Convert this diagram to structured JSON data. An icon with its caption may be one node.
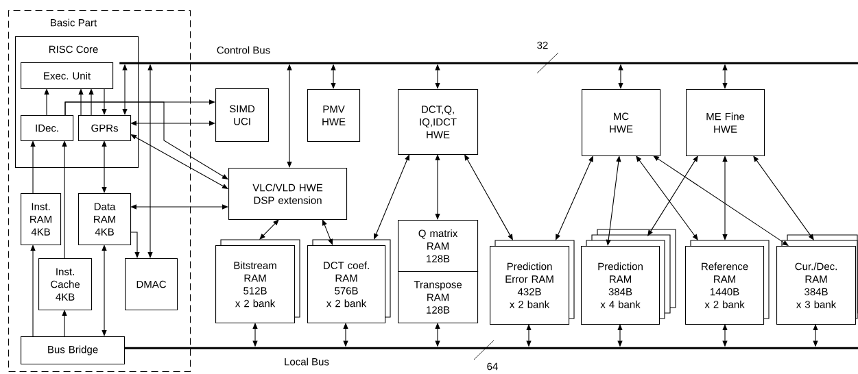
{
  "diagram": {
    "nodes": [
      {
        "text": [
          "Basic Part"
        ]
      },
      {
        "text": [
          "RISC Core"
        ],
        "in": 0
      },
      {
        "text": [
          "Exec. Unit"
        ],
        "in": 1
      },
      {
        "text": [
          "IDec."
        ],
        "in": 1
      },
      {
        "text": [
          "GPRs"
        ],
        "in": 1
      },
      {
        "text": [
          "Inst. RAM 4KB"
        ],
        "in": 0
      },
      {
        "text": [
          "Data RAM 4KB"
        ],
        "in": 0
      },
      {
        "text": [
          "Inst. Cache 4KB"
        ],
        "in": 0
      },
      {
        "text": [
          "DMAC"
        ],
        "in": 0
      },
      {
        "text": [
          "Bus Bridge"
        ],
        "in": 0
      },
      {
        "text": [
          "Control Bus"
        ],
        "beside": [
          "32"
        ]
      },
      {
        "text": [
          "SIMD UCI"
        ]
      },
      {
        "text": [
          "PMV HWE"
        ]
      },
      {
        "text": [
          "VLC/VLD HWE DSP extension"
        ]
      },
      {
        "text": [
          "DCT,Q, IQ,IDCT HWE"
        ]
      },
      {
        "text": [
          "MC HWE"
        ]
      },
      {
        "text": [
          "ME Fine HWE"
        ]
      },
      {
        "text": [
          "Bitstream RAM 512B x 2 bank"
        ]
      },
      {
        "text": [
          "DCT coef. RAM 576B x 2 bank"
        ]
      },
      {
        "text": [
          "Q matrix RAM 128B"
        ]
      },
      {
        "text": [
          "Transpose RAM 128B"
        ]
      },
      {
        "text": [
          "Prediction Error RAM 432B x 2 bank"
        ]
      },
      {
        "text": [
          "Prediction RAM 384B x 4 bank"
        ]
      },
      {
        "text": [
          "Reference RAM 1440B x 2 bank"
        ]
      },
      {
        "text": [
          "Cur./Dec. RAM 384B x 3 bank"
        ]
      },
      {
        "text": [
          "Local Bus"
        ],
        "beside": [
          "64"
        ]
      }
    ],
    "edges": [
      {
        "from": 3,
        "to": 2,
        "arrow": "to"
      },
      {
        "from": 4,
        "to": 2,
        "arrow": "to"
      },
      {
        "from": 4,
        "to": 2,
        "arrow": "to"
      },
      {
        "from": 2,
        "to": 4,
        "arrow": "to"
      },
      {
        "from": 3,
        "to": 11,
        "arrow": "to"
      },
      {
        "from": 3,
        "to": 13,
        "arrow": "to"
      },
      {
        "from": 4,
        "to": 11,
        "arrow": "both"
      },
      {
        "from": 4,
        "to": 13,
        "arrow": "both"
      },
      {
        "from": 6,
        "to": 13,
        "arrow": "both"
      },
      {
        "from": 5,
        "to": 3,
        "arrow": "to"
      },
      {
        "from": 7,
        "to": 3,
        "arrow": "to"
      },
      {
        "from": 4,
        "to": 6,
        "arrow": "both"
      },
      {
        "from": 6,
        "to": 8,
        "arrow": "to"
      },
      {
        "from": 9,
        "to": 5,
        "arrow": "to"
      },
      {
        "from": 9,
        "to": 7,
        "arrow": "to"
      },
      {
        "from": 6,
        "to": 9,
        "arrow": "both"
      },
      {
        "from": 4,
        "to": 10,
        "arrow": "both"
      },
      {
        "from": 8,
        "to": 10,
        "arrow": "both"
      },
      {
        "from": 13,
        "to": 10,
        "arrow": "both"
      },
      {
        "from": 12,
        "to": 10,
        "arrow": "both"
      },
      {
        "from": 14,
        "to": 10,
        "arrow": "both"
      },
      {
        "from": 15,
        "to": 10,
        "arrow": "both"
      },
      {
        "from": 16,
        "to": 10,
        "arrow": "both"
      },
      {
        "from": 13,
        "to": 17,
        "arrow": "both"
      },
      {
        "from": 13,
        "to": 18,
        "arrow": "both"
      },
      {
        "from": 14,
        "to": 18,
        "arrow": "both"
      },
      {
        "from": 14,
        "to": 19,
        "arrow": "both"
      },
      {
        "from": 14,
        "to": 21,
        "arrow": "both"
      },
      {
        "from": 15,
        "to": 21,
        "arrow": "both"
      },
      {
        "from": 15,
        "to": 22,
        "arrow": "both"
      },
      {
        "from": 15,
        "to": 23,
        "arrow": "both"
      },
      {
        "from": 15,
        "to": 24,
        "arrow": "both"
      },
      {
        "from": 16,
        "to": 22,
        "arrow": "both"
      },
      {
        "from": 16,
        "to": 23,
        "arrow": "both"
      },
      {
        "from": 16,
        "to": 24,
        "arrow": "both"
      },
      {
        "from": 17,
        "to": 25,
        "arrow": "both"
      },
      {
        "from": 18,
        "to": 25,
        "arrow": "both"
      },
      {
        "from": 20,
        "to": 25,
        "arrow": "both"
      },
      {
        "from": 21,
        "to": 25,
        "arrow": "both"
      },
      {
        "from": 22,
        "to": 25,
        "arrow": "both"
      },
      {
        "from": 23,
        "to": 25,
        "arrow": "both"
      },
      {
        "from": 24,
        "to": 25,
        "arrow": "both"
      }
    ]
  }
}
